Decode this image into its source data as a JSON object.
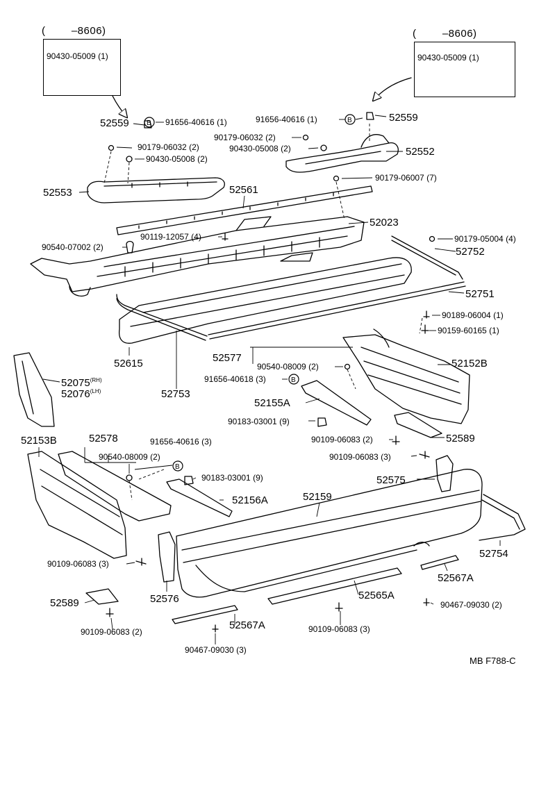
{
  "insets": {
    "left": {
      "date": "(        –8606)",
      "part": "90430-05009 (1)"
    },
    "right": {
      "date": "(        –8606)",
      "part": "90430-05009 (1)"
    }
  },
  "labels": {
    "p52559_l": "52559",
    "p91656_40616_l": "91656-40616 (1)",
    "p90179_06032_l": "90179-06032 (2)",
    "p90430_05008_l": "90430-05008 (2)",
    "p52553": "52553",
    "p52561": "52561",
    "p91656_40616_r": "91656-40616 (1)",
    "p52559_r": "52559",
    "p90179_06032_r": "90179-06032 (2)",
    "p90430_05008_r": "90430-05008 (2)",
    "p52552": "52552",
    "p90179_06007": "90179-06007 (7)",
    "p52023": "52023",
    "p90119_12057": "90119-12057 (4)",
    "p90540_07002": "90540-07002 (2)",
    "p90179_05004": "90179-05004 (4)",
    "p52752": "52752",
    "p52751": "52751",
    "p90189_06004": "90189-06004 (1)",
    "p90159_60165": "90159-60165 (1)",
    "p52615": "52615",
    "p52753": "52753",
    "p52577": "52577",
    "p90540_08009_a": "90540-08009 (2)",
    "p91656_40618": "91656-40618 (3)",
    "p52152B": "52152B",
    "p52075": "52075",
    "p52075_side": "(RH)",
    "p52076": "52076",
    "p52076_side": "(LH)",
    "p52155A": "52155A",
    "p90183_03001_a": "90183-03001 (9)",
    "p90109_06083_a": "90109-06083 (2)",
    "p52589_r": "52589",
    "p52153B": "52153B",
    "p52578": "52578",
    "p91656_40616_c": "91656-40616 (3)",
    "p90540_08009_b": "90540-08009 (2)",
    "p90109_06083_b": "90109-06083 (3)",
    "p90183_03001_b": "90183-03001 (9)",
    "p52575": "52575",
    "p52156A": "52156A",
    "p52159": "52159",
    "p52754": "52754",
    "p90109_06083_c": "90109-06083 (3)",
    "p52567A_r": "52567A",
    "p52589_l": "52589",
    "p52576": "52576",
    "p52565A": "52565A",
    "p90467_09030_r": "90467-09030 (2)",
    "p90109_06083_d": "90109-06083 (2)",
    "p52567A_l": "52567A",
    "p90109_06083_e": "90109-06083 (3)",
    "p90467_09030_l": "90467-09030 (3)"
  },
  "figure_code": "MB  F788-C"
}
